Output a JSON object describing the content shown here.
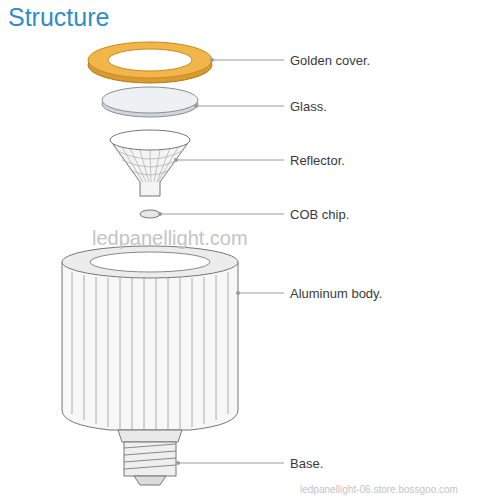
{
  "diagram": {
    "title": "Structure",
    "labels": [
      "Golden cover.",
      "Glass.",
      "Reflector.",
      "COB chip.",
      "ledpanellight.com",
      "Aluminum body.",
      "Base.",
      "ledpanellight-06.store.bossgoo.com"
    ]
  }
}
